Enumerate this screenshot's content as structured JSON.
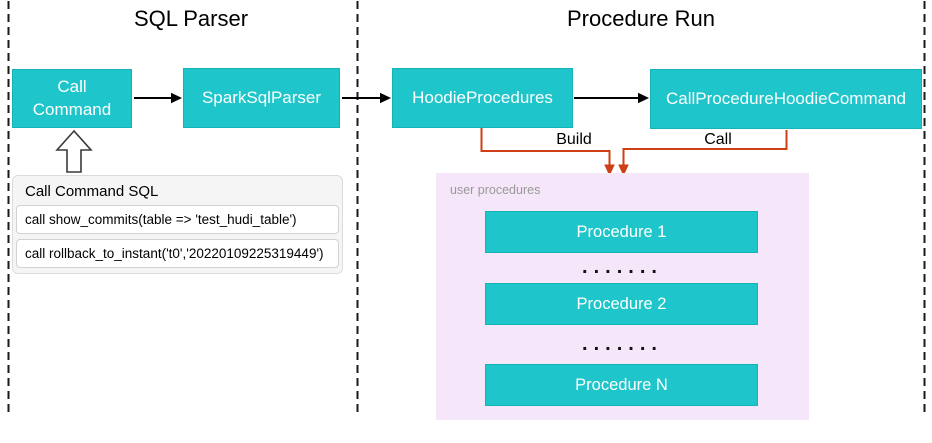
{
  "colors": {
    "teal": "#1EC5CA",
    "teal_border": "#14B3B8",
    "orange": "#CF3F15",
    "purple_bg": "#F5E6F9",
    "purple_label": "#999999"
  },
  "sections": {
    "sql_parser_title": "SQL Parser",
    "procedure_run_title": "Procedure Run"
  },
  "nodes": {
    "call_command": "Call Command",
    "spark_sql_parser": "SparkSqlParser",
    "hoodie_procedures": "HoodieProcedures",
    "call_procedure_hoodie_command": "CallProcedureHoodieCommand"
  },
  "edge_labels": {
    "build": "Build",
    "call": "Call"
  },
  "sql_panel": {
    "title": "Call Command SQL",
    "rows": [
      "call show_commits(table => 'test_hudi_table')",
      "call rollback_to_instant('t0','20220109225319449')"
    ]
  },
  "user_procedures": {
    "label": "user procedures",
    "items": [
      "Procedure 1",
      "Procedure 2",
      "Procedure N"
    ],
    "ellipsis": "......."
  }
}
